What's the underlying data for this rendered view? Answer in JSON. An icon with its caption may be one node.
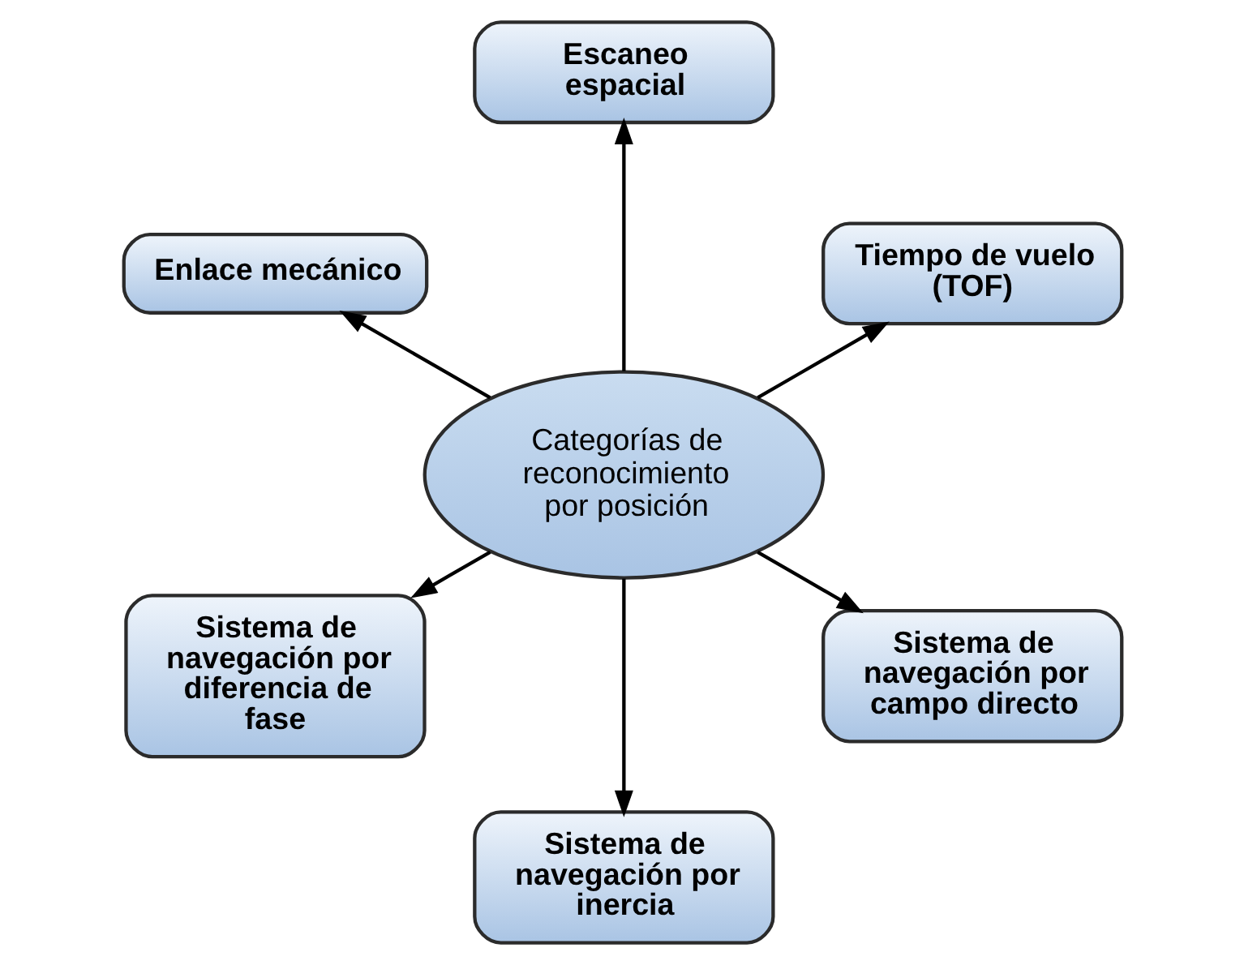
{
  "diagram": {
    "nodes": [
      {
        "text": [
          "Tiempo de vuelo (TOF)"
        ]
      },
      {
        "text": [
          "Escaneo espacial"
        ]
      },
      {
        "text": [
          "Enlace mecánico"
        ]
      },
      {
        "text": [
          "Categorías de reconocimiento por posición"
        ]
      },
      {
        "text": [
          "Sistema de navegación por diferencia de fase"
        ]
      },
      {
        "text": [
          "Sistema de navegación por inercia"
        ]
      },
      {
        "text": [
          "Sistema de navegación por campo directo"
        ]
      }
    ],
    "edges": [
      {
        "from": 3,
        "to": 0,
        "arrow": "to"
      },
      {
        "from": 3,
        "to": 1,
        "arrow": "to"
      },
      {
        "from": 3,
        "to": 2,
        "arrow": "to"
      },
      {
        "from": 3,
        "to": 4,
        "arrow": "to"
      },
      {
        "from": 3,
        "to": 5,
        "arrow": "to"
      },
      {
        "from": 3,
        "to": 6,
        "arrow": "to"
      }
    ]
  }
}
